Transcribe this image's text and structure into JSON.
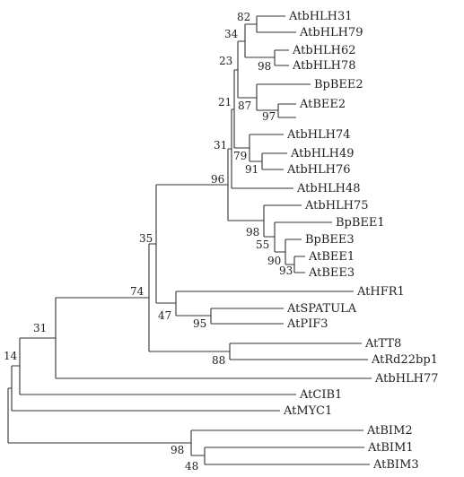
{
  "leaves": {
    "atbhlh31": "AtbHLH31",
    "atbhlh79": "AtbHLH79",
    "atbhlh62": "AtbHLH62",
    "atbhlh78": "AtbHLH78",
    "bpbee2": "BpBEE2",
    "atbee2": "AtBEE2",
    "atbhlh74": "AtbHLH74",
    "atbhlh49": "AtbHLH49",
    "atbhlh76": "AtbHLH76",
    "atbhlh48": "AtbHLH48",
    "atbhlh75": "AtbHLH75",
    "bpbee1": "BpBEE1",
    "bpbee3": "BpBEE3",
    "atbee1": "AtBEE1",
    "atbee3": "AtBEE3",
    "athfr1": "AtHFR1",
    "atspatula": "AtSPATULA",
    "atpif3": "AtPIF3",
    "attt8": "AtTT8",
    "atrd22bp1": "AtRd22bp1",
    "atbhlh77": "AtbHLH77",
    "atcib1": "AtCIB1",
    "atmyc1": "AtMYC1",
    "atbim2": "AtBIM2",
    "atbim1": "AtBIM1",
    "atbim3": "AtBIM3"
  },
  "bootstrap": {
    "b82": "82",
    "b34": "34",
    "b98a": "98",
    "b23": "23",
    "b21": "21",
    "b87": "87",
    "b97": "97",
    "b31a": "31",
    "b79": "79",
    "b91": "91",
    "b96": "96",
    "b98b": "98",
    "b55": "55",
    "b90": "90",
    "b93": "93",
    "b35": "35",
    "b74": "74",
    "b47": "47",
    "b95": "95",
    "b88": "88",
    "b31b": "31",
    "b14": "14",
    "b98c": "98",
    "b48": "48"
  }
}
